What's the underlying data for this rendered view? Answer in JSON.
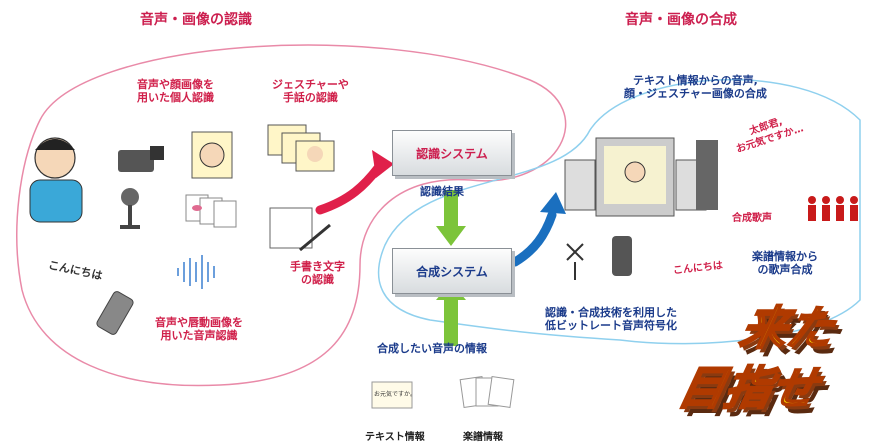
{
  "titles": {
    "recognition": "音声・画像の認識",
    "synthesis": "音声・画像の合成"
  },
  "left_labels": {
    "personal_id": [
      "音声や顔画像を",
      "用いた個人認識"
    ],
    "gesture": [
      "ジェスチャーや",
      "手話の認識"
    ],
    "handwriting": [
      "手書き文字",
      "の認識"
    ],
    "speech_recog": [
      "音声や唇動画像を",
      "用いた音声認識"
    ],
    "hello": "こんにちは"
  },
  "center": {
    "recog_system": "認識システム",
    "recog_result": "認識結果",
    "synth_system": "合成システム",
    "desired_info": "合成したい音声の情報",
    "text_info": "テキスト情報",
    "score_info": "楽譜情報",
    "card_text": "お元気ですか。"
  },
  "right_labels": {
    "text_to_speech": [
      "テキスト情報からの音声,",
      "顔・ジェスチャー画像の合成"
    ],
    "speech_bubble": [
      "太郎君,",
      "お元気ですか…"
    ],
    "chorus": "合成歌声",
    "score_to_song": [
      "楽譜情報から",
      "の歌声合成"
    ],
    "hello": "こんにちは",
    "low_bitrate": [
      "認識・合成技術を利用した",
      "低ビットレート音声符号化"
    ]
  },
  "banner": {
    "line1": "来た",
    "line2": "目指せ"
  },
  "colors": {
    "pink": "#e06a90",
    "red_arrow": "#e0204a",
    "blue_arrow": "#1a6fbf",
    "green_arrow": "#7cc43a",
    "cyan_outline": "#7cc7e8"
  }
}
